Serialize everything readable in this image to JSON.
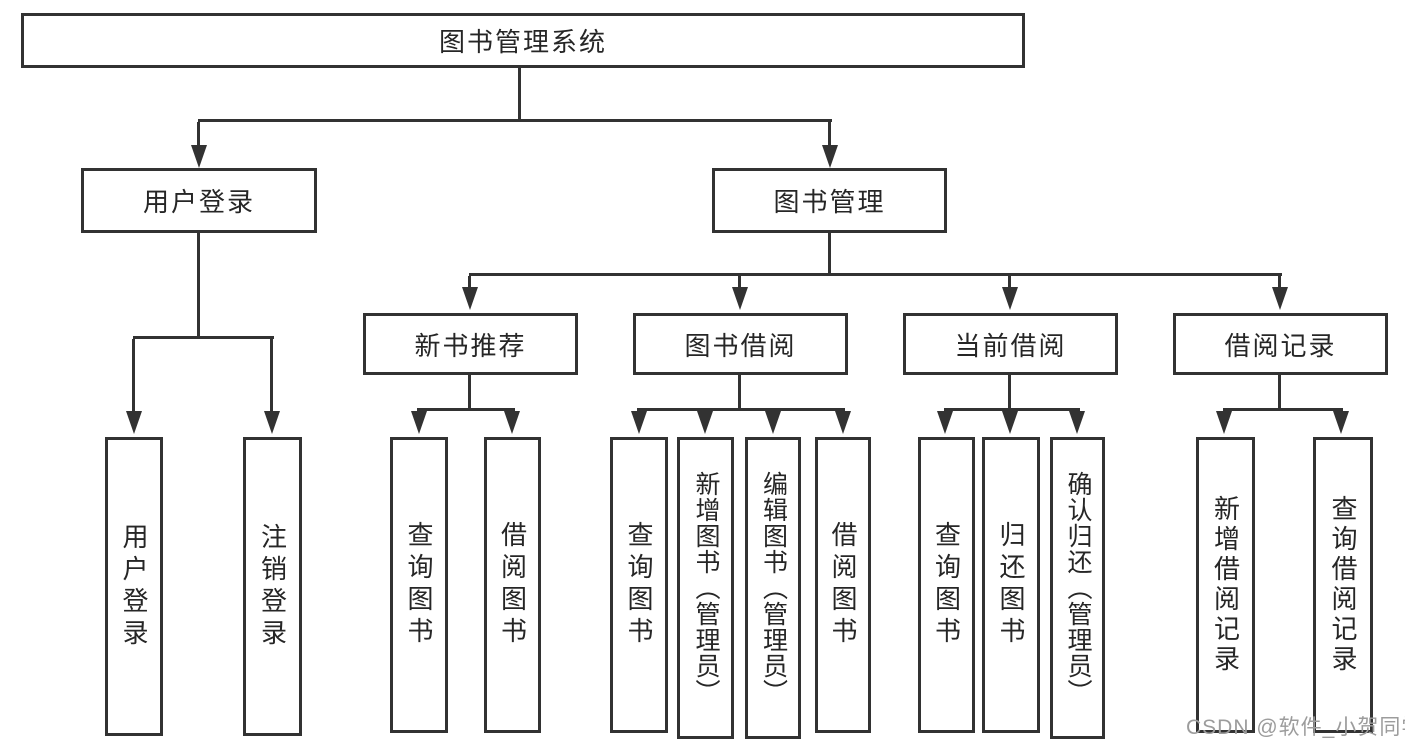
{
  "title": {
    "label": "图书管理系统"
  },
  "branches": [
    {
      "label": "用户登录",
      "children": [
        {
          "label": "用户登录"
        },
        {
          "label": "注销登录"
        }
      ]
    },
    {
      "label": "图书管理",
      "children": [
        {
          "label": "新书推荐",
          "children": [
            {
              "label": "查询图书"
            },
            {
              "label": "借阅图书"
            }
          ]
        },
        {
          "label": "图书借阅",
          "children": [
            {
              "label": "查询图书"
            },
            {
              "label": "新增图书（管理员）"
            },
            {
              "label": "编辑图书（管理员）"
            },
            {
              "label": "借阅图书"
            }
          ]
        },
        {
          "label": "当前借阅",
          "children": [
            {
              "label": "查询图书"
            },
            {
              "label": "归还图书"
            },
            {
              "label": "确认归还（管理员）"
            }
          ]
        },
        {
          "label": "借阅记录",
          "children": [
            {
              "label": "新增借阅记录"
            },
            {
              "label": "查询借阅记录"
            }
          ]
        }
      ]
    }
  ],
  "watermark": {
    "text": "CSDN @软件_小贺同学"
  },
  "colors": {
    "line": "#323232",
    "text": "#262626",
    "watermark": "#9c9c9c",
    "background": "#ffffff"
  }
}
